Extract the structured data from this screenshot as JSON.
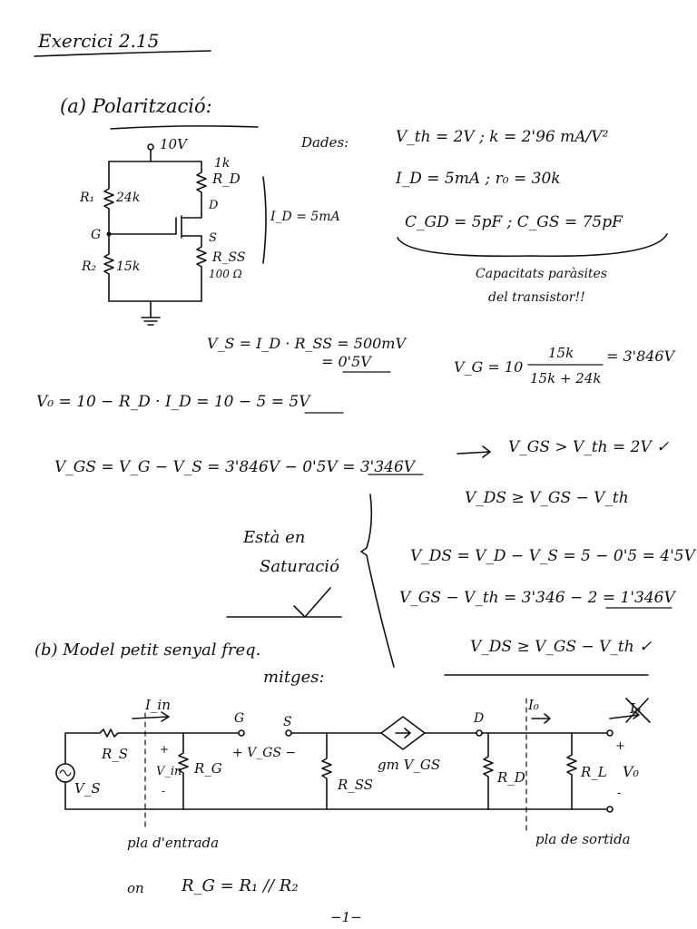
{
  "title": "Exercici 2.15",
  "part_a": {
    "heading": "(a) Polarització:",
    "circuit": {
      "supply": "10V",
      "r1": "R₁",
      "r1_val": "24k",
      "r2": "R₂",
      "r2_val": "15k",
      "rd_val": "1k",
      "rd": "R_D",
      "rss": "R_SS",
      "rss_val": "100 Ω",
      "node_g": "G",
      "node_d": "D",
      "node_s": "S",
      "id_note": "I_D = 5mA"
    },
    "data_label": "Dades:",
    "vth_k": "V_th = 2V ;  k = 2'96 mA/V²",
    "id_ro": "I_D = 5mA  ;  r₀ = 30k",
    "caps": "C_GD = 5pF  ;  C_GS = 75pF",
    "caps_note_1": "Capacitats paràsites",
    "caps_note_2": "del transistor!!",
    "vs_1": "V_S = I_D · R_SS = 500mV",
    "vs_2": "= 0'5V",
    "vg_lhs": "V_G = 10",
    "vg_num": "15k",
    "vg_den": "15k + 24k",
    "vg_rhs": "= 3'846V",
    "vo": "V₀ = 10 − R_D · I_D = 10 − 5 = 5V",
    "vgs": "V_GS = V_G − V_S = 3'846V − 0'5V = 3'346V",
    "vgs_check": "V_GS > V_th = 2V ✓",
    "cond": "V_DS ≥ V_GS − V_th",
    "vds": "V_DS = V_D − V_S = 5 − 0'5 = 4'5V",
    "vgs_vth": "V_GS − V_th = 3'346 − 2 = 1'346V",
    "check2": "V_DS ≥ V_GS − V_th ✓",
    "sat_1": "Està en",
    "sat_2": "Saturació"
  },
  "part_b": {
    "heading_1": "(b) Model petit senyal freq.",
    "heading_2": "mitges:",
    "iin": "I_in",
    "io": "I₀",
    "io_crossed": "I₀",
    "rs": "R_S",
    "vs_src": "V_S",
    "vin": "V_in",
    "rg": "R_G",
    "g": "G",
    "s": "S",
    "d": "D",
    "vgs": "+ V_GS −",
    "rss": "R_SS",
    "gm": "gm V_GS",
    "rd": "R_D",
    "rl": "R_L",
    "vo": "V₀",
    "plane_in": "pla d'entrada",
    "plane_out": "pla de sortida",
    "rg_note_lhs": "on",
    "rg_note": "R_G = R₁ // R₂"
  },
  "page_number": "−1−"
}
